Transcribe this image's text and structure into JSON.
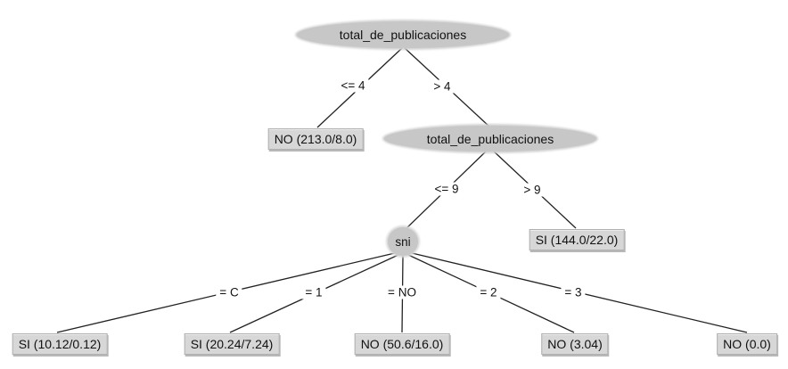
{
  "tree": {
    "type": "decision-tree",
    "nodes": [
      {
        "id": "root",
        "kind": "decision",
        "label": "total_de_publicaciones"
      },
      {
        "id": "leaf-no-213",
        "kind": "leaf",
        "label": "NO (213.0/8.0)"
      },
      {
        "id": "node-total-2",
        "kind": "decision",
        "label": "total_de_publicaciones"
      },
      {
        "id": "node-sni",
        "kind": "decision",
        "label": "sni"
      },
      {
        "id": "leaf-si-144",
        "kind": "leaf",
        "label": "SI (144.0/22.0)"
      },
      {
        "id": "leaf-si-10",
        "kind": "leaf",
        "label": "SI (10.12/0.12)"
      },
      {
        "id": "leaf-si-20",
        "kind": "leaf",
        "label": "SI (20.24/7.24)"
      },
      {
        "id": "leaf-no-50",
        "kind": "leaf",
        "label": "NO (50.6/16.0)"
      },
      {
        "id": "leaf-no-3",
        "kind": "leaf",
        "label": "NO (3.04)"
      },
      {
        "id": "leaf-no-0",
        "kind": "leaf",
        "label": "NO (0.0)"
      }
    ],
    "edges": [
      {
        "from": "root",
        "to": "leaf-no-213",
        "label": "<= 4"
      },
      {
        "from": "root",
        "to": "node-total-2",
        "label": "> 4"
      },
      {
        "from": "node-total-2",
        "to": "node-sni",
        "label": "<= 9"
      },
      {
        "from": "node-total-2",
        "to": "leaf-si-144",
        "label": "> 9"
      },
      {
        "from": "node-sni",
        "to": "leaf-si-10",
        "label": "= C"
      },
      {
        "from": "node-sni",
        "to": "leaf-si-20",
        "label": "= 1"
      },
      {
        "from": "node-sni",
        "to": "leaf-no-50",
        "label": "= NO"
      },
      {
        "from": "node-sni",
        "to": "leaf-no-3",
        "label": "= 2"
      },
      {
        "from": "node-sni",
        "to": "leaf-no-0",
        "label": "= 3"
      }
    ],
    "colors": {
      "node_fill": "#c7c7c7",
      "leaf_fill": "#d7d7d7",
      "edge_line": "#222222",
      "background": "#ffffff"
    }
  }
}
